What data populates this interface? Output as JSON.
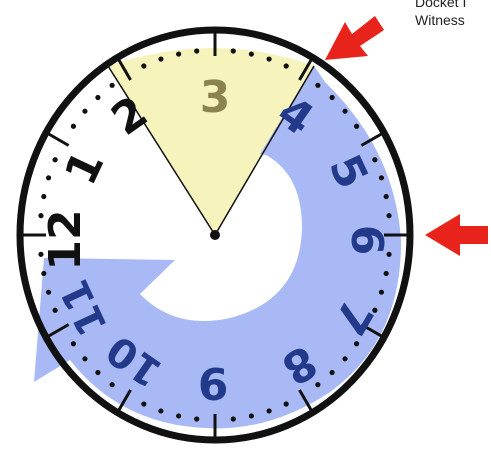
{
  "labels": {
    "top_right_line1": "Docket I",
    "top_right_line2": "Witness"
  },
  "clock": {
    "numbers": [
      "12",
      "1",
      "2",
      "3",
      "4",
      "5",
      "6",
      "7",
      "8",
      "9",
      "10",
      "11"
    ]
  },
  "colors": {
    "face": "#ffffff",
    "rim": "#111111",
    "yellow_sector": "#f6f2b8",
    "blue_region": "#9fb1f4",
    "numbers_dark": "#233a8a",
    "numbers_yellow": "#8a8350",
    "numbers_white": "#111111",
    "arrow": "#e8231c"
  },
  "icons": [
    "red-arrow-icon",
    "red-arrow-icon"
  ]
}
